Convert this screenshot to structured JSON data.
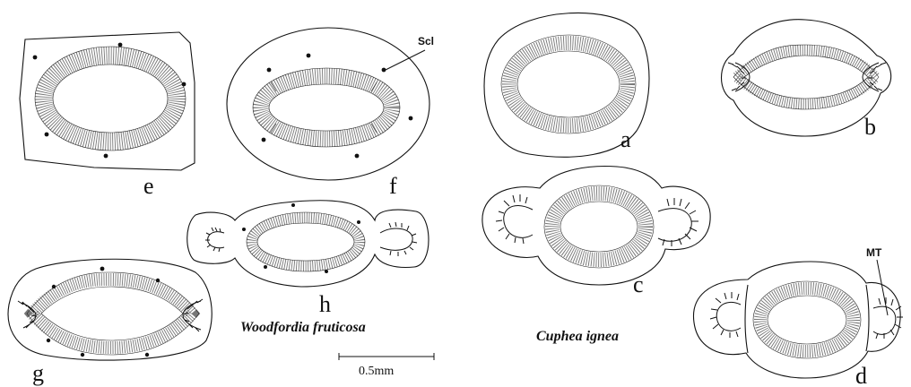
{
  "panels": {
    "a": "a",
    "b": "b",
    "c": "c",
    "d": "d",
    "e": "e",
    "f": "f",
    "g": "g",
    "h": "h"
  },
  "annotations": {
    "scl": "Scl",
    "mt": "MT"
  },
  "species": {
    "left": "Woodfordia fruticosa",
    "right": "Cuphea ignea"
  },
  "scale_bar": {
    "label": "0.5mm"
  }
}
